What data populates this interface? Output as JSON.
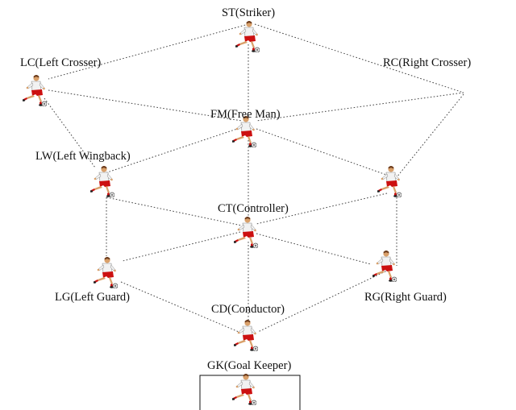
{
  "colors": {
    "background": "#ffffff",
    "text": "#111111",
    "line": "#444444",
    "jersey": "#f2f2f2",
    "shorts": "#cc1010",
    "skin": "#d9a06a",
    "hair": "#6b3a1a",
    "ball": "#777777"
  },
  "positions": {
    "st": {
      "label": "ST(Striker)",
      "icon": "soccer-player-icon"
    },
    "lc": {
      "label": "LC(Left Crosser)",
      "icon": "soccer-player-icon"
    },
    "rc": {
      "label": "RC(Right Crosser)",
      "icon": ""
    },
    "fm": {
      "label": "FM(Free Man)",
      "icon": "soccer-player-icon"
    },
    "lw": {
      "label": "LW(Left Wingback)",
      "icon": "soccer-player-icon"
    },
    "rw": {
      "label": "",
      "icon": "soccer-player-icon"
    },
    "ct": {
      "label": "CT(Controller)",
      "icon": "soccer-player-icon"
    },
    "lg": {
      "label": "LG(Left Guard)",
      "icon": "soccer-player-icon"
    },
    "rg": {
      "label": "RG(Right Guard)",
      "icon": "soccer-player-icon"
    },
    "cd": {
      "label": "CD(Conductor)",
      "icon": "soccer-player-icon"
    },
    "gk": {
      "label": "GK(Goal Keeper)",
      "icon": "soccer-player-icon"
    }
  },
  "goal": {
    "icon": "goal-box"
  }
}
